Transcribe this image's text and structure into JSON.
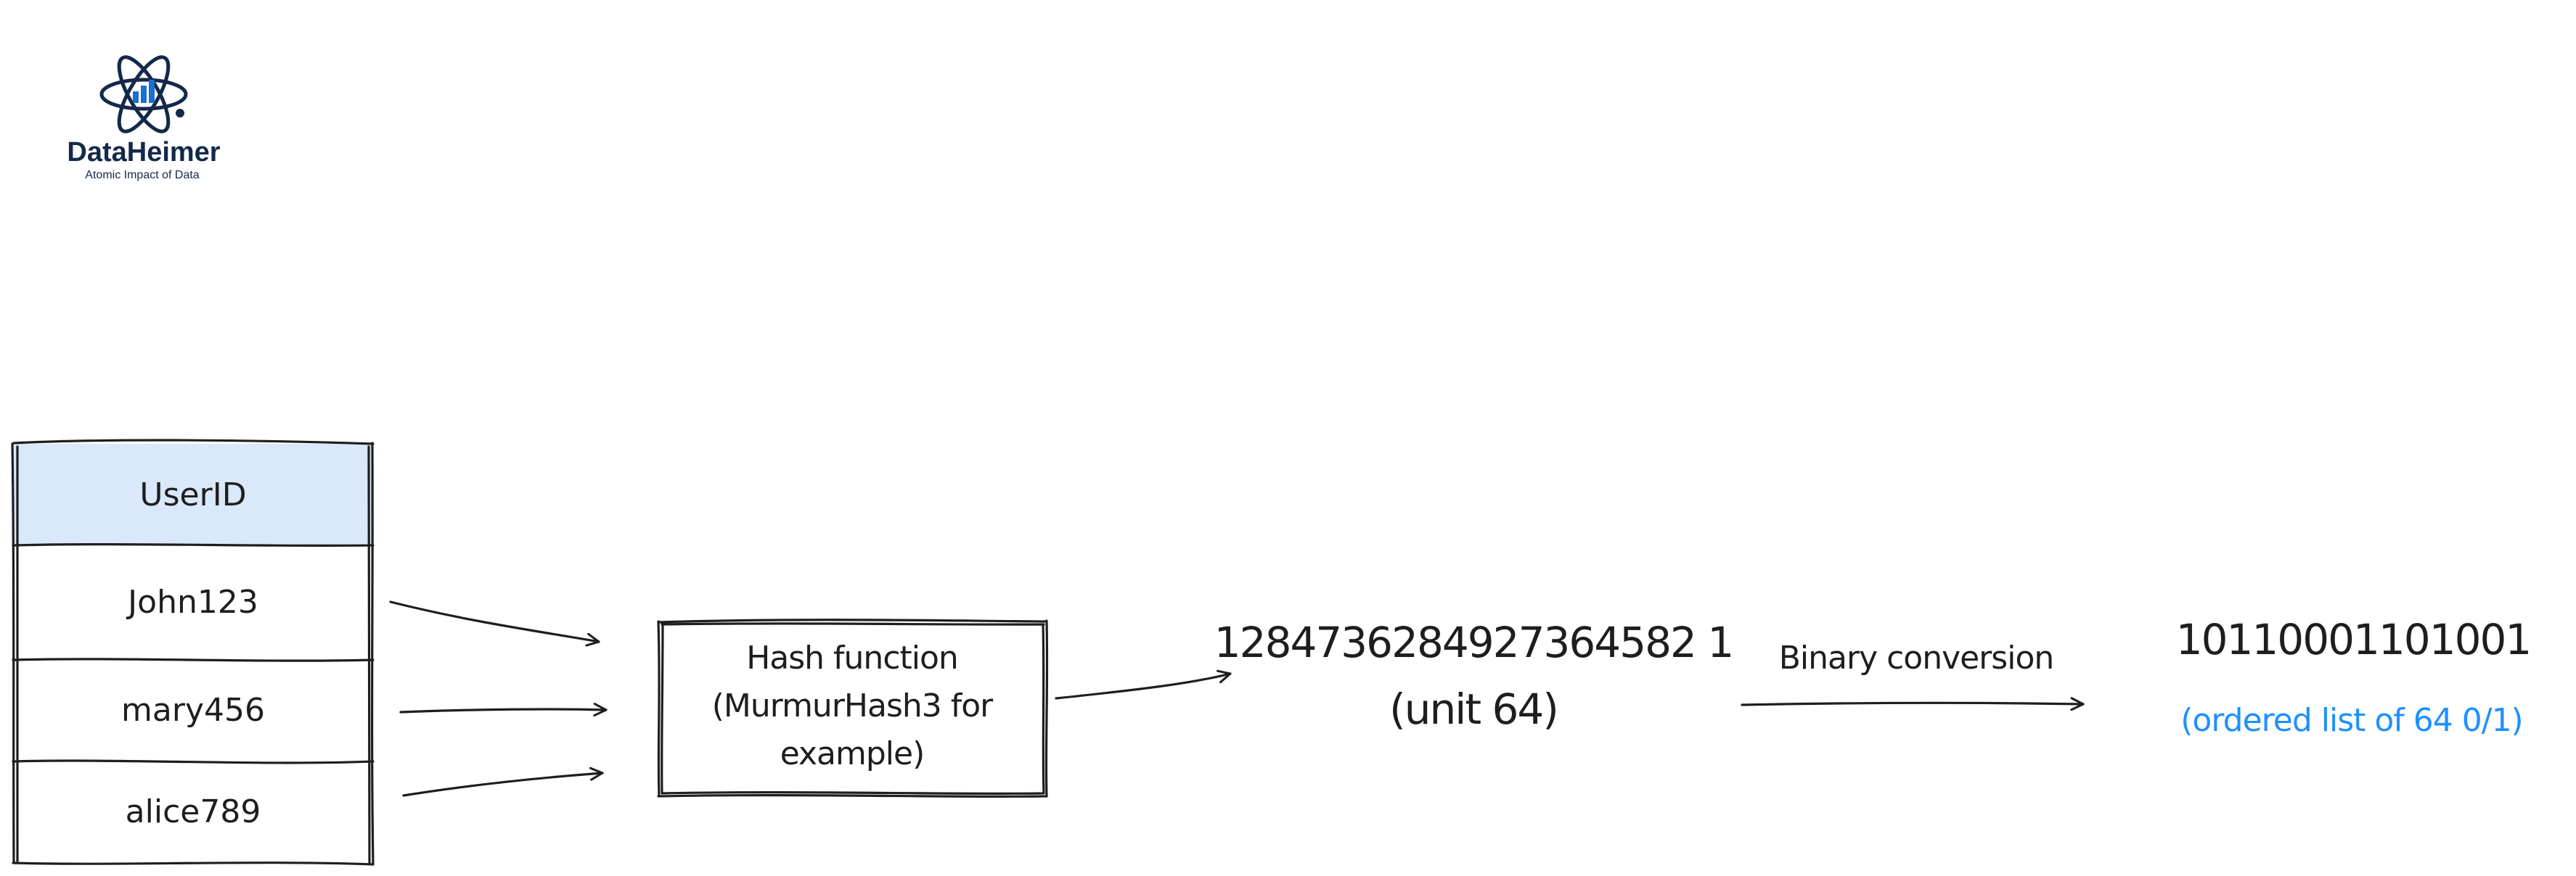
{
  "logo": {
    "icon": "atom-chart-icon",
    "name": "DataHeimer",
    "tagline": "Atomic Impact of Data"
  },
  "table": {
    "header": "UserID",
    "rows": [
      "John123",
      "mary456",
      "alice789"
    ],
    "header_color": "#dae8fc"
  },
  "hash_box": {
    "lines": [
      "Hash function",
      "(MurmurHash3 for",
      "example)"
    ]
  },
  "hash_value": {
    "number": "1284736284927364582 1",
    "type": "(unit 64)"
  },
  "conversion": {
    "label": "Binary conversion"
  },
  "binary": {
    "value": "10110001101001",
    "note": "(ordered list of 64 0/1)",
    "note_color": "#1e90ff"
  },
  "colors": {
    "ink": "#1e1e1e",
    "logo": "#13294b",
    "logo_accent": "#1c6fd1"
  }
}
